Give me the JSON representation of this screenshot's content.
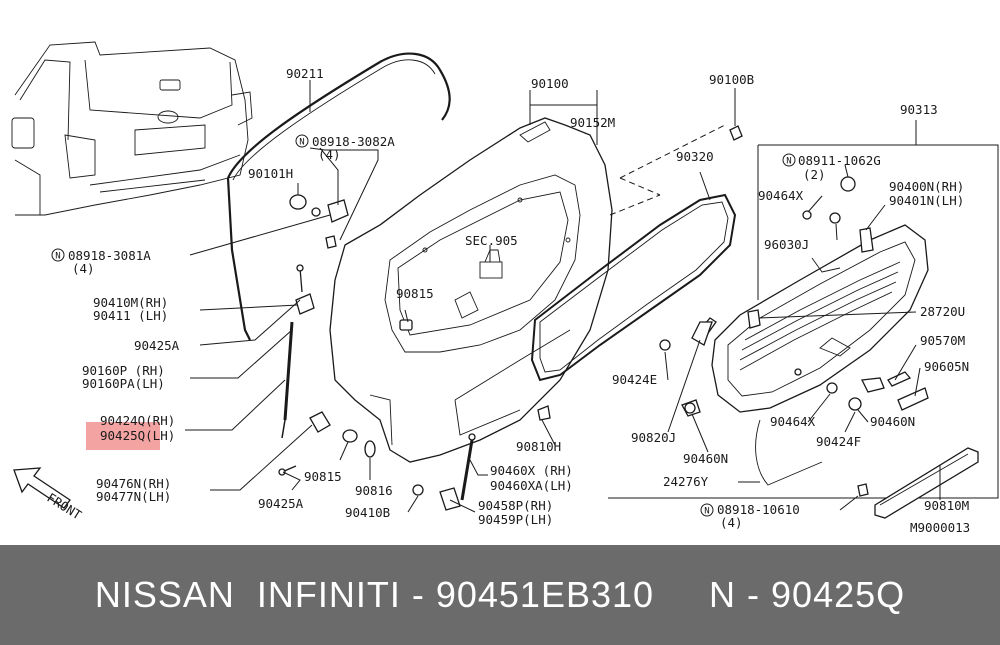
{
  "labels": {
    "p90211": "90211",
    "p08918_3082A": "08918-3082A",
    "p08918_3082A_qty": "(4)",
    "p90101H": "90101H",
    "p08918_3081A": "08918-3081A",
    "p08918_3081A_qty": "(4)",
    "p90410M": "90410M(RH)",
    "p90411": "90411 (LH)",
    "p90425A_1": "90425A",
    "p90160P": "90160P (RH)",
    "p90160PA": "90160PA(LH)",
    "p90424Q": "90424Q(RH)",
    "p90425Q": "90425Q(LH)",
    "p90476N": "90476N(RH)",
    "p90477N": "90477N(LH)",
    "p90815_1": "90815",
    "p90425A_2": "90425A",
    "p90816": "90816",
    "p90410B": "90410B",
    "p90100": "90100",
    "p90152M": "90152M",
    "sec905": "SEC.905",
    "p90815_2": "90815",
    "p90810H": "90810H",
    "p90460X": "90460X (RH)",
    "p90460XA": "90460XA(LH)",
    "p90458P": "90458P(RH)",
    "p90459P": "90459P(LH)",
    "p90100B": "90100B",
    "p90320": "90320",
    "p90313": "90313",
    "p08911_1062G": "08911-1062G",
    "p08911_qty": "(2)",
    "p90464X_1": "90464X",
    "p96030J": "96030J",
    "p90400N": "90400N(RH)",
    "p90401N": "90401N(LH)",
    "p28720U": "28720U",
    "p90570M": "90570M",
    "p90605N": "90605N",
    "p90424E": "90424E",
    "p90820J": "90820J",
    "p90460N_1": "90460N",
    "p90464X_2": "90464X",
    "p90424F": "90424F",
    "p90460N_2": "90460N",
    "p24276Y": "24276Y",
    "p08918_10610": "08918-10610",
    "p08918_10610_qty": "(4)",
    "p90810M": "90810M",
    "front": "FRONT",
    "fig_code": "M9000013",
    "nut_symbol": "N"
  },
  "footer": {
    "text": "NISSAN  INFINITI - 90451EB310     N - 90425Q"
  },
  "colors": {
    "highlight": "#f4a3a3",
    "footer_bg": "#6b6b6b",
    "footer_text": "#ffffff",
    "line": "#1a1a1a"
  }
}
